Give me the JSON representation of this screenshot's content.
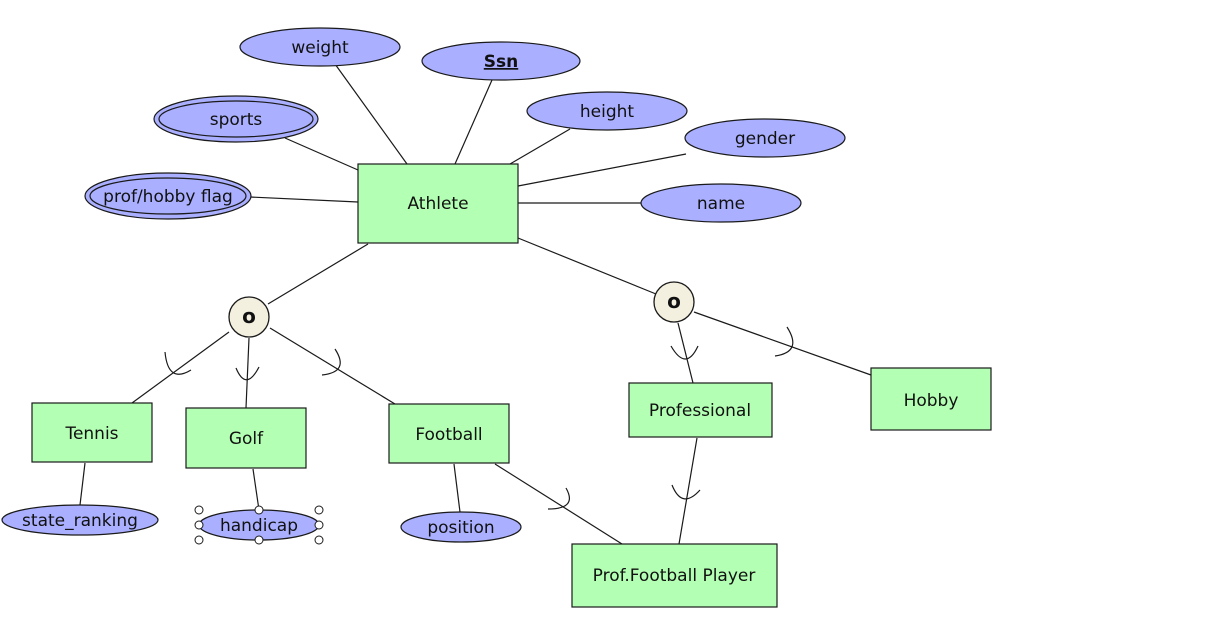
{
  "entities": {
    "athlete": "Athlete",
    "tennis": "Tennis",
    "golf": "Golf",
    "football": "Football",
    "professional": "Professional",
    "hobby": "Hobby",
    "prof_football_player": "Prof.Football Player"
  },
  "attributes": {
    "weight": "weight",
    "ssn": "Ssn",
    "height": "height",
    "gender": "gender",
    "sports": "sports",
    "prof_hobby_flag": "prof/hobby flag",
    "name": "name",
    "state_ranking": "state_ranking",
    "handicap": "handicap",
    "position": "position"
  },
  "specializations": {
    "sport_type": "o",
    "career_type": "o"
  },
  "colors": {
    "entity_fill": "#b3ffb3",
    "attribute_fill": "#aab0ff",
    "specialization_fill": "#f4f0e0"
  }
}
